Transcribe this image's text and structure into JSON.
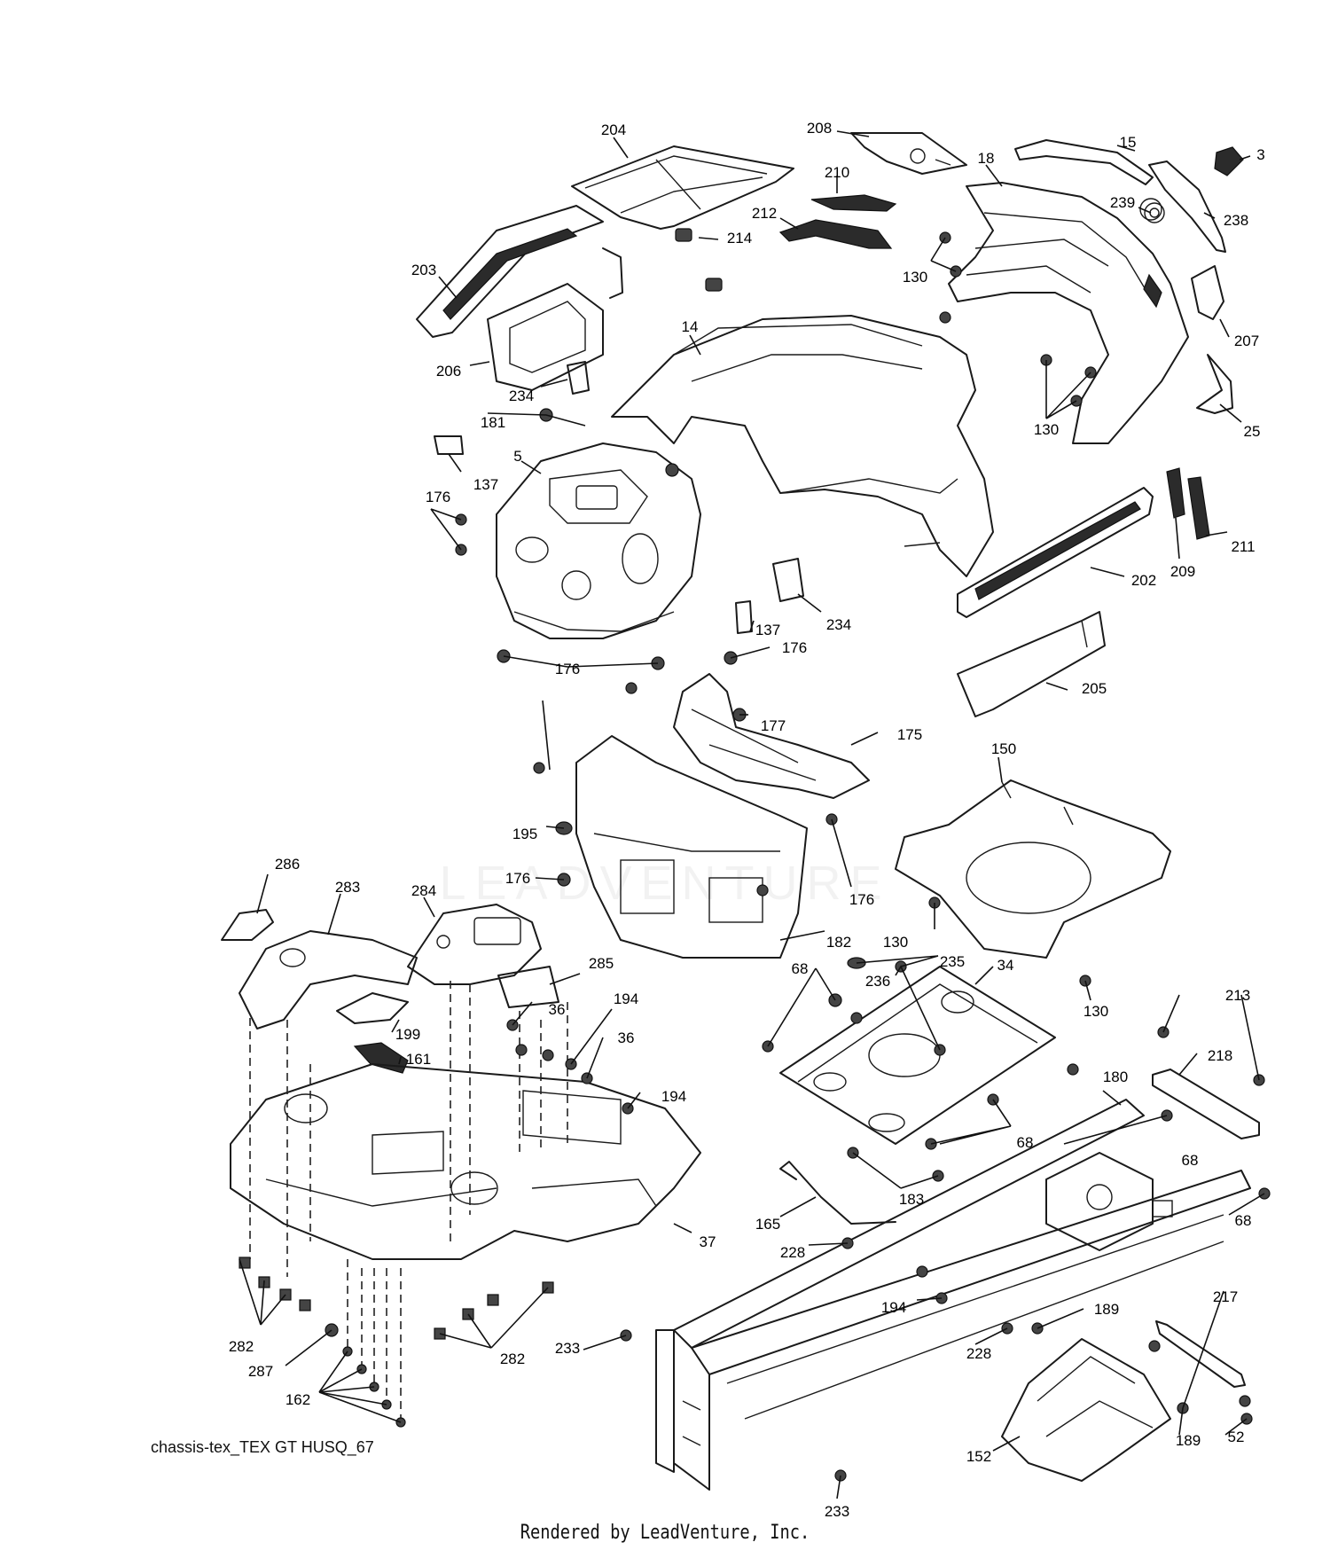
{
  "diagram": {
    "diagram_id": "chassis-tex_TEX GT HUSQ_67",
    "footer": "Rendered by LeadVenture, Inc.",
    "watermark": "LEADVENTURE",
    "callouts": [
      {
        "key": "c204",
        "text": "204"
      },
      {
        "key": "c208",
        "text": "208"
      },
      {
        "key": "c15",
        "text": "15"
      },
      {
        "key": "c3",
        "text": "3"
      },
      {
        "key": "c18",
        "text": "18"
      },
      {
        "key": "c210",
        "text": "210"
      },
      {
        "key": "c212",
        "text": "212"
      },
      {
        "key": "c214",
        "text": "214"
      },
      {
        "key": "c239",
        "text": "239"
      },
      {
        "key": "c238",
        "text": "238"
      },
      {
        "key": "c203",
        "text": "203"
      },
      {
        "key": "c130a",
        "text": "130"
      },
      {
        "key": "c14",
        "text": "14"
      },
      {
        "key": "c207",
        "text": "207"
      },
      {
        "key": "c206",
        "text": "206"
      },
      {
        "key": "c234a",
        "text": "234"
      },
      {
        "key": "c130b",
        "text": "130"
      },
      {
        "key": "c25",
        "text": "25"
      },
      {
        "key": "c181",
        "text": "181"
      },
      {
        "key": "c5",
        "text": "5"
      },
      {
        "key": "c137a",
        "text": "137"
      },
      {
        "key": "c176a",
        "text": "176"
      },
      {
        "key": "c209",
        "text": "209"
      },
      {
        "key": "c211",
        "text": "211"
      },
      {
        "key": "c202",
        "text": "202"
      },
      {
        "key": "c137b",
        "text": "137"
      },
      {
        "key": "c234b",
        "text": "234"
      },
      {
        "key": "c176b",
        "text": "176"
      },
      {
        "key": "c176c",
        "text": "176"
      },
      {
        "key": "c205",
        "text": "205"
      },
      {
        "key": "c177",
        "text": "177"
      },
      {
        "key": "c175",
        "text": "175"
      },
      {
        "key": "c150",
        "text": "150"
      },
      {
        "key": "c195",
        "text": "195"
      },
      {
        "key": "c286",
        "text": "286"
      },
      {
        "key": "c283",
        "text": "283"
      },
      {
        "key": "c284",
        "text": "284"
      },
      {
        "key": "c176d",
        "text": "176"
      },
      {
        "key": "c176e",
        "text": "176"
      },
      {
        "key": "c182",
        "text": "182"
      },
      {
        "key": "c130c",
        "text": "130"
      },
      {
        "key": "c235",
        "text": "235"
      },
      {
        "key": "c285",
        "text": "285"
      },
      {
        "key": "c68a",
        "text": "68"
      },
      {
        "key": "c236",
        "text": "236"
      },
      {
        "key": "c34",
        "text": "34"
      },
      {
        "key": "c130d",
        "text": "130"
      },
      {
        "key": "c194a",
        "text": "194"
      },
      {
        "key": "c36a",
        "text": "36"
      },
      {
        "key": "c36b",
        "text": "36"
      },
      {
        "key": "c213",
        "text": "213"
      },
      {
        "key": "c199",
        "text": "199"
      },
      {
        "key": "c161",
        "text": "161"
      },
      {
        "key": "c218",
        "text": "218"
      },
      {
        "key": "c194b",
        "text": "194"
      },
      {
        "key": "c180",
        "text": "180"
      },
      {
        "key": "c68b",
        "text": "68"
      },
      {
        "key": "c68c",
        "text": "68"
      },
      {
        "key": "c183",
        "text": "183"
      },
      {
        "key": "c68d",
        "text": "68"
      },
      {
        "key": "c165",
        "text": "165"
      },
      {
        "key": "c37",
        "text": "37"
      },
      {
        "key": "c228a",
        "text": "228"
      },
      {
        "key": "c194c",
        "text": "194"
      },
      {
        "key": "c217",
        "text": "217"
      },
      {
        "key": "c189a",
        "text": "189"
      },
      {
        "key": "c282a",
        "text": "282"
      },
      {
        "key": "c233a",
        "text": "233"
      },
      {
        "key": "c228b",
        "text": "228"
      },
      {
        "key": "c287",
        "text": "287"
      },
      {
        "key": "c282b",
        "text": "282"
      },
      {
        "key": "c162",
        "text": "162"
      },
      {
        "key": "c52",
        "text": "52"
      },
      {
        "key": "c189b",
        "text": "189"
      },
      {
        "key": "c152",
        "text": "152"
      },
      {
        "key": "c233b",
        "text": "233"
      }
    ]
  }
}
